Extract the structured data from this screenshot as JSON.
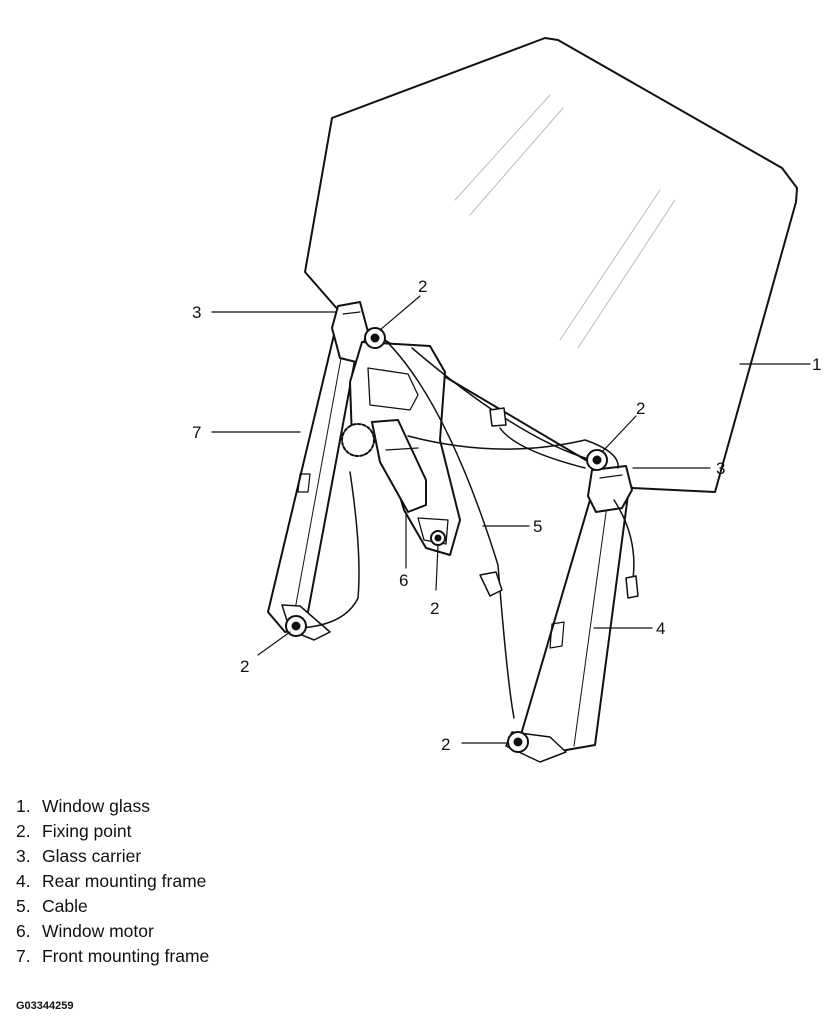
{
  "callouts": {
    "c1": "1",
    "c2a": "2",
    "c2b": "2",
    "c2c": "2",
    "c2d": "2",
    "c2e": "2",
    "c3a": "3",
    "c3b": "3",
    "c4": "4",
    "c5": "5",
    "c6": "6",
    "c7": "7"
  },
  "legend": [
    {
      "num": "1.",
      "label": "Window glass"
    },
    {
      "num": "2.",
      "label": "Fixing point"
    },
    {
      "num": "3.",
      "label": "Glass carrier"
    },
    {
      "num": "4.",
      "label": "Rear mounting frame"
    },
    {
      "num": "5.",
      "label": "Cable"
    },
    {
      "num": "6.",
      "label": "Window motor"
    },
    {
      "num": "7.",
      "label": "Front mounting frame"
    }
  ],
  "figure_code": "G03344259"
}
